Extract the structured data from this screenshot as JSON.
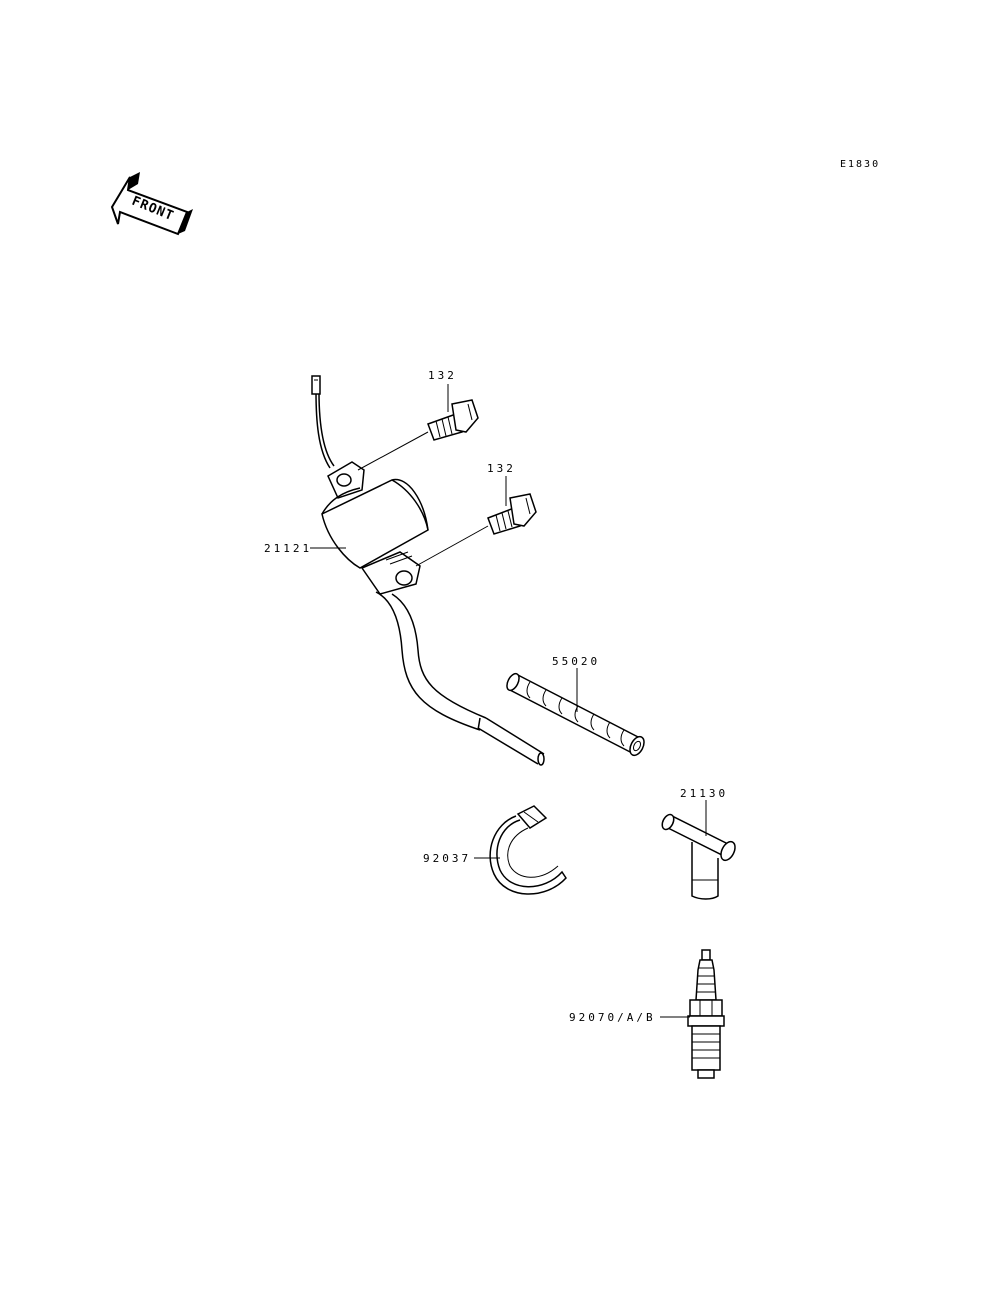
{
  "diagram_code": "E1830",
  "front_label": "FRONT",
  "parts": {
    "bolt_upper": "132",
    "bolt_lower": "132",
    "ignition_coil": "21121",
    "protector_tube": "55020",
    "plug_cap": "21130",
    "band": "92037",
    "spark_plug": "92070/A/B"
  }
}
